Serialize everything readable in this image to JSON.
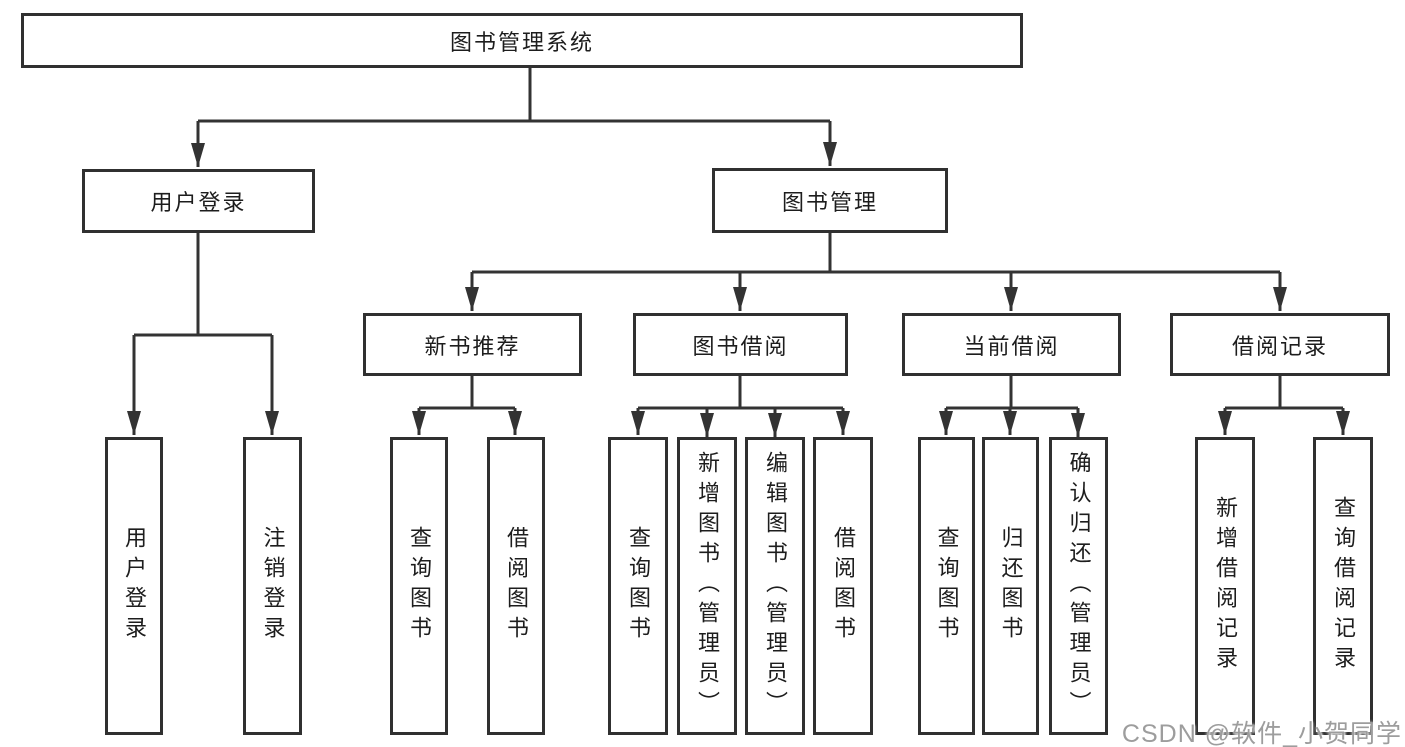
{
  "root": {
    "label": "图书管理系统"
  },
  "branches": {
    "user_login": {
      "label": "用户登录",
      "children": [
        {
          "label": "用户登录"
        },
        {
          "label": "注销登录"
        }
      ]
    },
    "book_management": {
      "label": "图书管理",
      "sections": [
        {
          "label": "新书推荐",
          "children": [
            {
              "label": "查询图书"
            },
            {
              "label": "借阅图书"
            }
          ]
        },
        {
          "label": "图书借阅",
          "children": [
            {
              "label": "查询图书"
            },
            {
              "label": "新增图书（管理员）"
            },
            {
              "label": "编辑图书（管理员）"
            },
            {
              "label": "借阅图书"
            }
          ]
        },
        {
          "label": "当前借阅",
          "children": [
            {
              "label": "查询图书"
            },
            {
              "label": "归还图书"
            },
            {
              "label": "确认归还（管理员）"
            }
          ]
        },
        {
          "label": "借阅记录",
          "children": [
            {
              "label": "新增借阅记录"
            },
            {
              "label": "查询借阅记录"
            }
          ]
        }
      ]
    }
  },
  "watermark": "CSDN @软件_小贺同学",
  "colors": {
    "line": "#333333",
    "box_border": "#303030",
    "text": "#1d1d1d",
    "background": "#ffffff",
    "watermark": "#9d9d9d"
  }
}
